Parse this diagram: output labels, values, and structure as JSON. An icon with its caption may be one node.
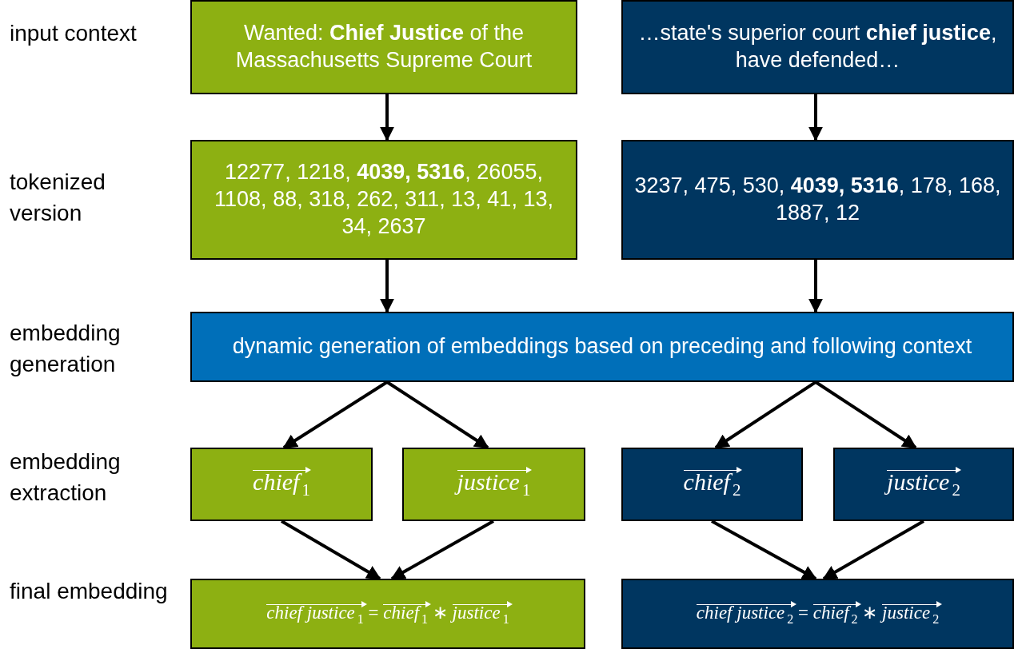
{
  "diagram": {
    "nodes": [
      {
        "text": [
          "Wanted: **Chief Justice** of the Massachusetts Supreme Court"
        ]
      },
      {
        "text": [
          "…state's superior court **chief justice**, have defended…"
        ]
      },
      {
        "text": [
          "12277, 1218, **4039, 5316**, 26055, 1108,  88,  318,  262, 311, 13, 41, 13, 34, 2637"
        ]
      },
      {
        "text": [
          "3237,  475,  530, **4039, 5316**, 178, 168, 1887, 12"
        ]
      },
      {
        "text": [
          "dynamic generation of embeddings based on preceding and following context"
        ]
      },
      {
        "text": [
          "*chief*$_{1}$"
        ]
      },
      {
        "text": [
          "*justice*$_{1}$"
        ]
      },
      {
        "text": [
          "*chief*$_{2}$"
        ]
      },
      {
        "text": [
          "*justice*$_{2}$"
        ]
      },
      {
        "text": [
          "*chief justice*$_{1}$ = *chief*$_{1}$ ∗ *justice*$_{1}$"
        ]
      },
      {
        "text": [
          "*chief justice*$_{2}$ = *chief*$_{2}$ ∗ *justice*$_{2}$"
        ]
      }
    ],
    "edges": [
      {
        "from": 0,
        "to": 2,
        "arrow": "to"
      },
      {
        "from": 1,
        "to": 3,
        "arrow": "to"
      },
      {
        "from": 2,
        "to": 4,
        "arrow": "to"
      },
      {
        "from": 3,
        "to": 4,
        "arrow": "to"
      },
      {
        "from": 4,
        "to": 5,
        "arrow": "to"
      },
      {
        "from": 4,
        "to": 6,
        "arrow": "to"
      },
      {
        "from": 4,
        "to": 7,
        "arrow": "to"
      },
      {
        "from": 4,
        "to": 8,
        "arrow": "to"
      },
      {
        "from": 5,
        "to": 9,
        "arrow": "to"
      },
      {
        "from": 6,
        "to": 9,
        "arrow": "to"
      },
      {
        "from": 7,
        "to": 10,
        "arrow": "to"
      },
      {
        "from": 8,
        "to": 10,
        "arrow": "to"
      }
    ],
    "labels": [
      "input context",
      "tokenized version",
      "embedding generation",
      "embedding extraction",
      "final embedding"
    ]
  }
}
